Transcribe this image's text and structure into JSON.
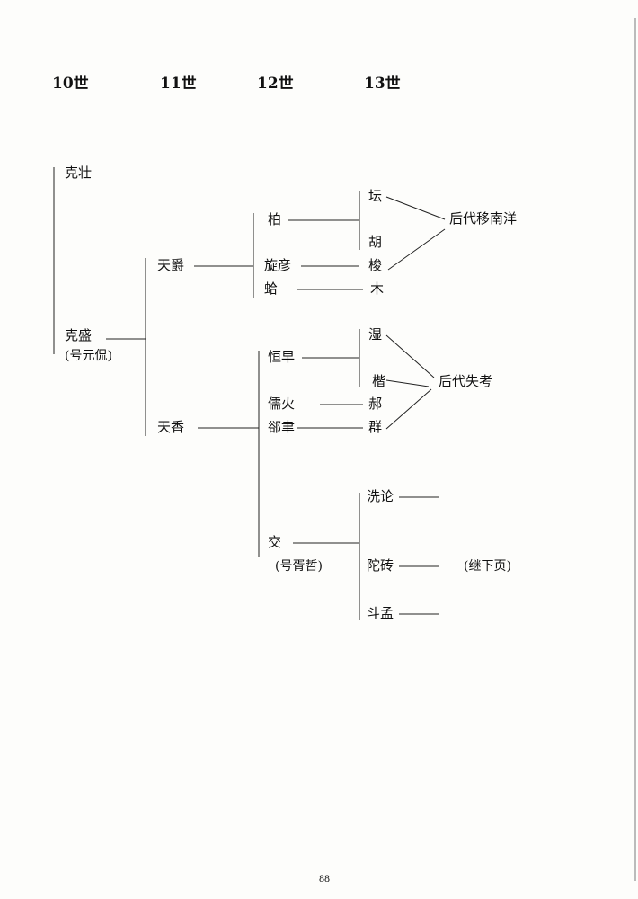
{
  "generations": [
    "10世",
    "11世",
    "12世",
    "13世"
  ],
  "people": {
    "kezhuang": "克壮",
    "kesheng": "克盛",
    "kesheng_note": "(号元侃)",
    "tianjue": "天爵",
    "tianxiang": "天香",
    "bai": "柏",
    "xuanyan": "旋彦",
    "ha": "蛤",
    "hengzao": "恒早",
    "ruhuo": "儒火",
    "shaoyu": "郤聿",
    "jiao": "交",
    "jiao_note": "(号胥哲)",
    "tan": "坛",
    "hu": "胡",
    "suo": "梭",
    "mu": "木",
    "shi": "湿",
    "jie": "楷",
    "hao": "郝",
    "qun": "群",
    "xianlun": "洗论",
    "tuozhuan": "陀砖",
    "doumeng": "斗孟"
  },
  "notes": {
    "nanyang": "后代移南洋",
    "lost": "后代失考",
    "continued": "(继下页)"
  },
  "page_number": "88"
}
